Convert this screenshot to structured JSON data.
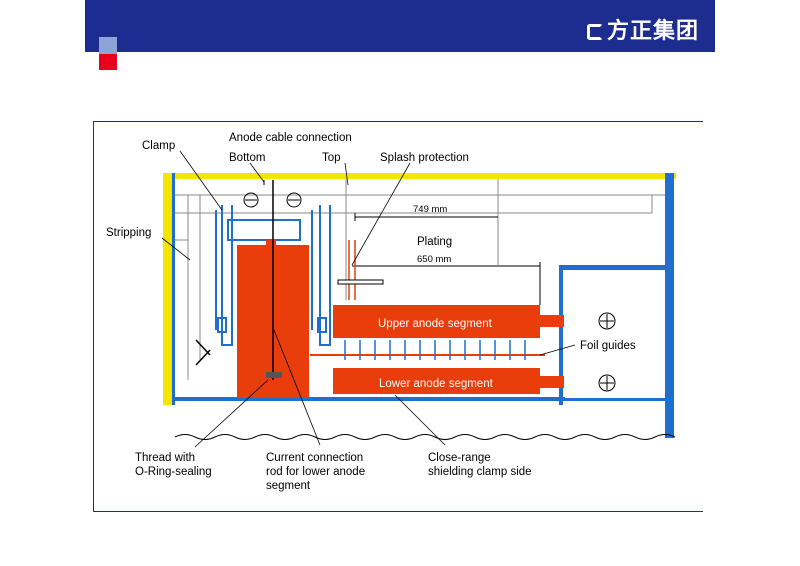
{
  "header": {
    "logo_text": "方正集团",
    "bar_color": "#1d2c8f"
  },
  "colors": {
    "tank_blue": "#1e6fd0",
    "tank_yellow": "#f2e600",
    "anode_red": "#e93d0c",
    "frame_navy": "#1d2c8f"
  },
  "diagram": {
    "labels": {
      "clamp": "Clamp",
      "anode_cable": "Anode cable connection",
      "bottom": "Bottom",
      "top": "Top",
      "splash": "Splash protection",
      "stripping": "Stripping",
      "plating": "Plating",
      "dim_749": "749 mm",
      "dim_650": "650 mm",
      "upper_anode": "Upper anode segment",
      "lower_anode": "Lower anode segment",
      "foil_guides": "Foil guides",
      "thread_1": "Thread with",
      "thread_2": "O-Ring-sealing",
      "rod_1": "Current connection",
      "rod_2": "rod for lower anode",
      "rod_3": "segment",
      "close_1": "Close-range",
      "close_2": "shielding clamp side"
    }
  }
}
